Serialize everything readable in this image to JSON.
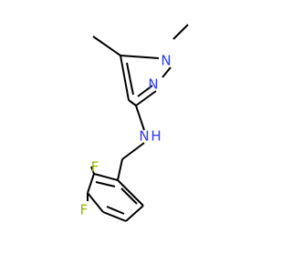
{
  "molecule": {
    "atoms": {
      "n1": {
        "symbol": "N",
        "color": "#2b3bf0"
      },
      "n2": {
        "symbol": "N",
        "color": "#2b3bf0"
      },
      "nh": {
        "symbol": "N",
        "color": "#2b3bf0"
      },
      "nh_h": {
        "symbol": "H",
        "color": "#2b3bf0"
      },
      "f1": {
        "symbol": "F",
        "color": "#8fb800"
      },
      "f2": {
        "symbol": "F",
        "color": "#8fb800"
      }
    },
    "bond_color": "#000000"
  }
}
